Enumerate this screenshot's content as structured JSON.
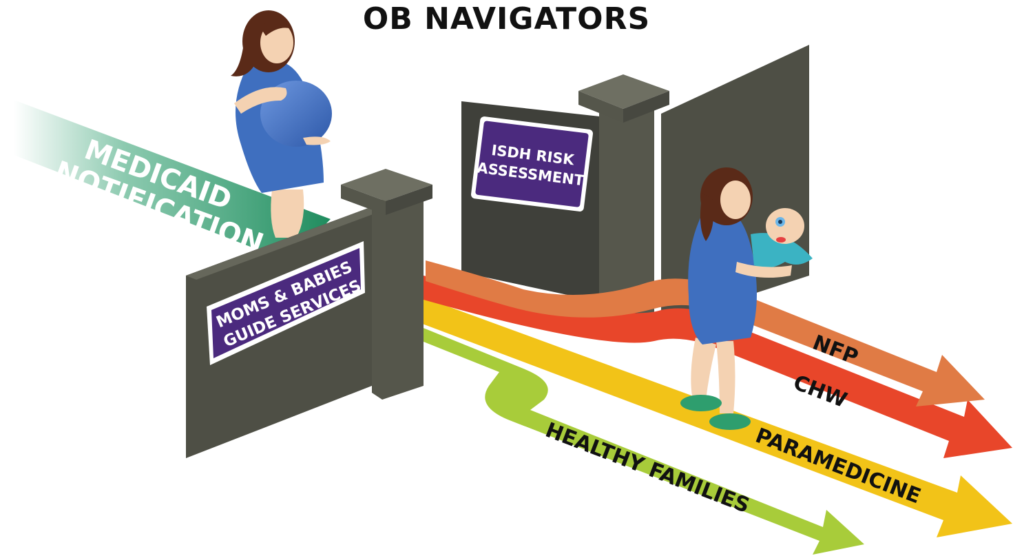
{
  "title": "OB NAVIGATORS",
  "entry": {
    "line1": "MEDICAID",
    "line2": "NOTIFICATION"
  },
  "gates": {
    "front_sign_line1": "MOMS & BABIES",
    "front_sign_line2": "GUIDE SERVICES",
    "back_sign_line1": "ISDH RISK",
    "back_sign_line2": "ASSESSMENT"
  },
  "paths": [
    {
      "label": "NFP",
      "color": "#E07B45"
    },
    {
      "label": "CHW",
      "color": "#E8462A"
    },
    {
      "label": "PARAMEDICINE",
      "color": "#F2C318"
    },
    {
      "label": "HEALTHY FAMILIES",
      "color": "#A8CC3A"
    }
  ],
  "colors": {
    "entry_ribbon": "#2E9E6E",
    "wall": "#4E4F45",
    "wall_light": "#66675B",
    "sign": "#4B2A7E",
    "dress": "#3F6FBF",
    "hair": "#5A2A18",
    "skin": "#F4D2B2"
  }
}
